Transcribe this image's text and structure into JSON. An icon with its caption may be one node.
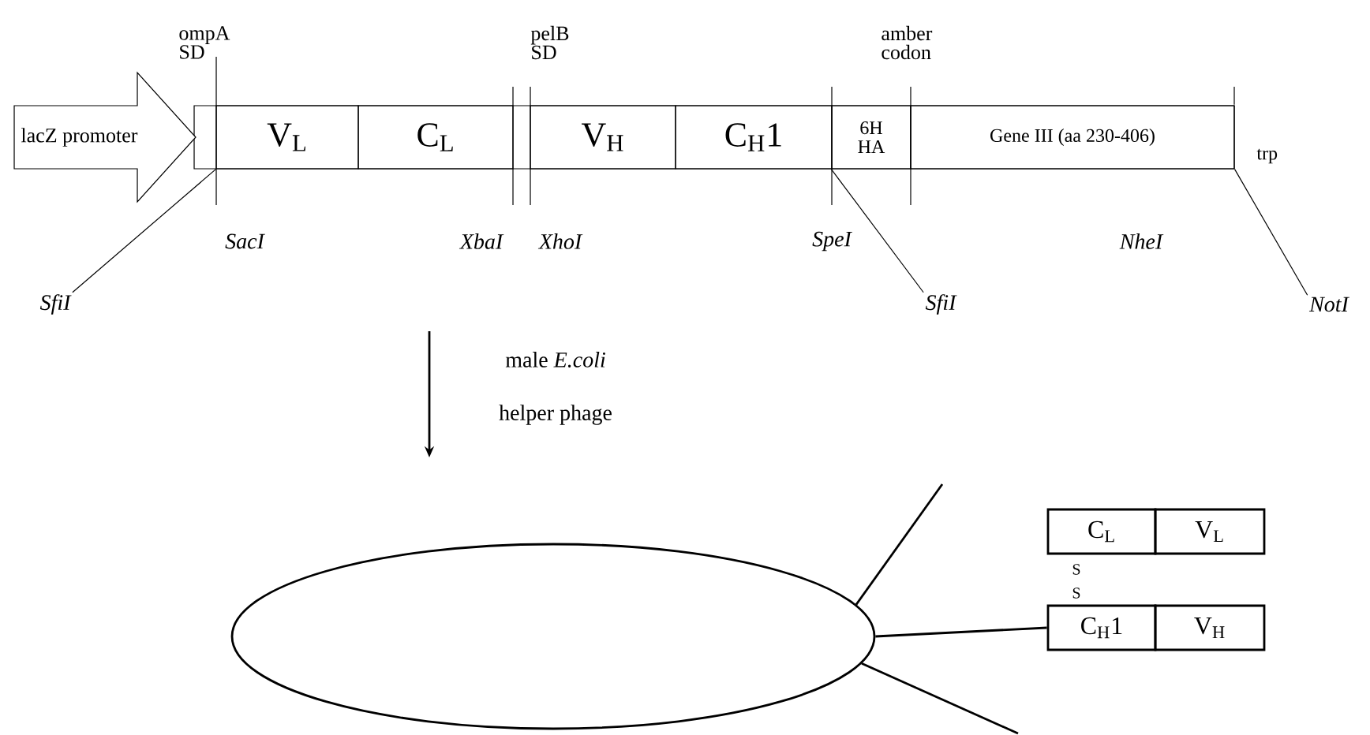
{
  "diagram": {
    "nodes": [
      {
        "text": [
          "lacZ promoter"
        ]
      },
      {
        "text": [
          "V$_{L}$"
        ]
      },
      {
        "text": [
          "C$_{L}$"
        ]
      },
      {
        "text": [
          "V$_{H}$"
        ]
      },
      {
        "text": [
          "C$_{H}$1"
        ]
      },
      {
        "text": [
          "6H HA"
        ]
      },
      {
        "text": [
          "Gene III (aa 230-406)"
        ]
      },
      {
        "text": [
          "SfiI"
        ]
      },
      {
        "text": [
          "SfiI"
        ]
      },
      {
        "text": [
          "NotI"
        ]
      },
      {
        "text": [],
        "shape": "ellipse"
      },
      {
        "text": [
          "C$_{L}$"
        ]
      },
      {
        "text": [
          "V$_{L}$"
        ]
      },
      {
        "text": [
          "C$_{H}$1"
        ]
      },
      {
        "text": [
          "V$_{H}$"
        ]
      }
    ],
    "edges": [
      {
        "from": 7,
        "to": 1,
        "arrow": "none"
      },
      {
        "from": 8,
        "to": 5,
        "arrow": "none"
      },
      {
        "from": 9,
        "to": 6,
        "arrow": "none"
      },
      {
        "from": 10,
        "to": null,
        "arrow": "none"
      },
      {
        "from": 10,
        "to": 13,
        "arrow": "none"
      },
      {
        "from": 10,
        "to": null,
        "arrow": "none"
      }
    ],
    "labels": [
      "ompA SD",
      "pelB SD",
      "amber codon",
      "trp",
      "SacI",
      "XbaI",
      "XhoI",
      "SpeI",
      "NheI",
      "male *E.coli*",
      "helper phage",
      "S",
      "S"
    ]
  }
}
